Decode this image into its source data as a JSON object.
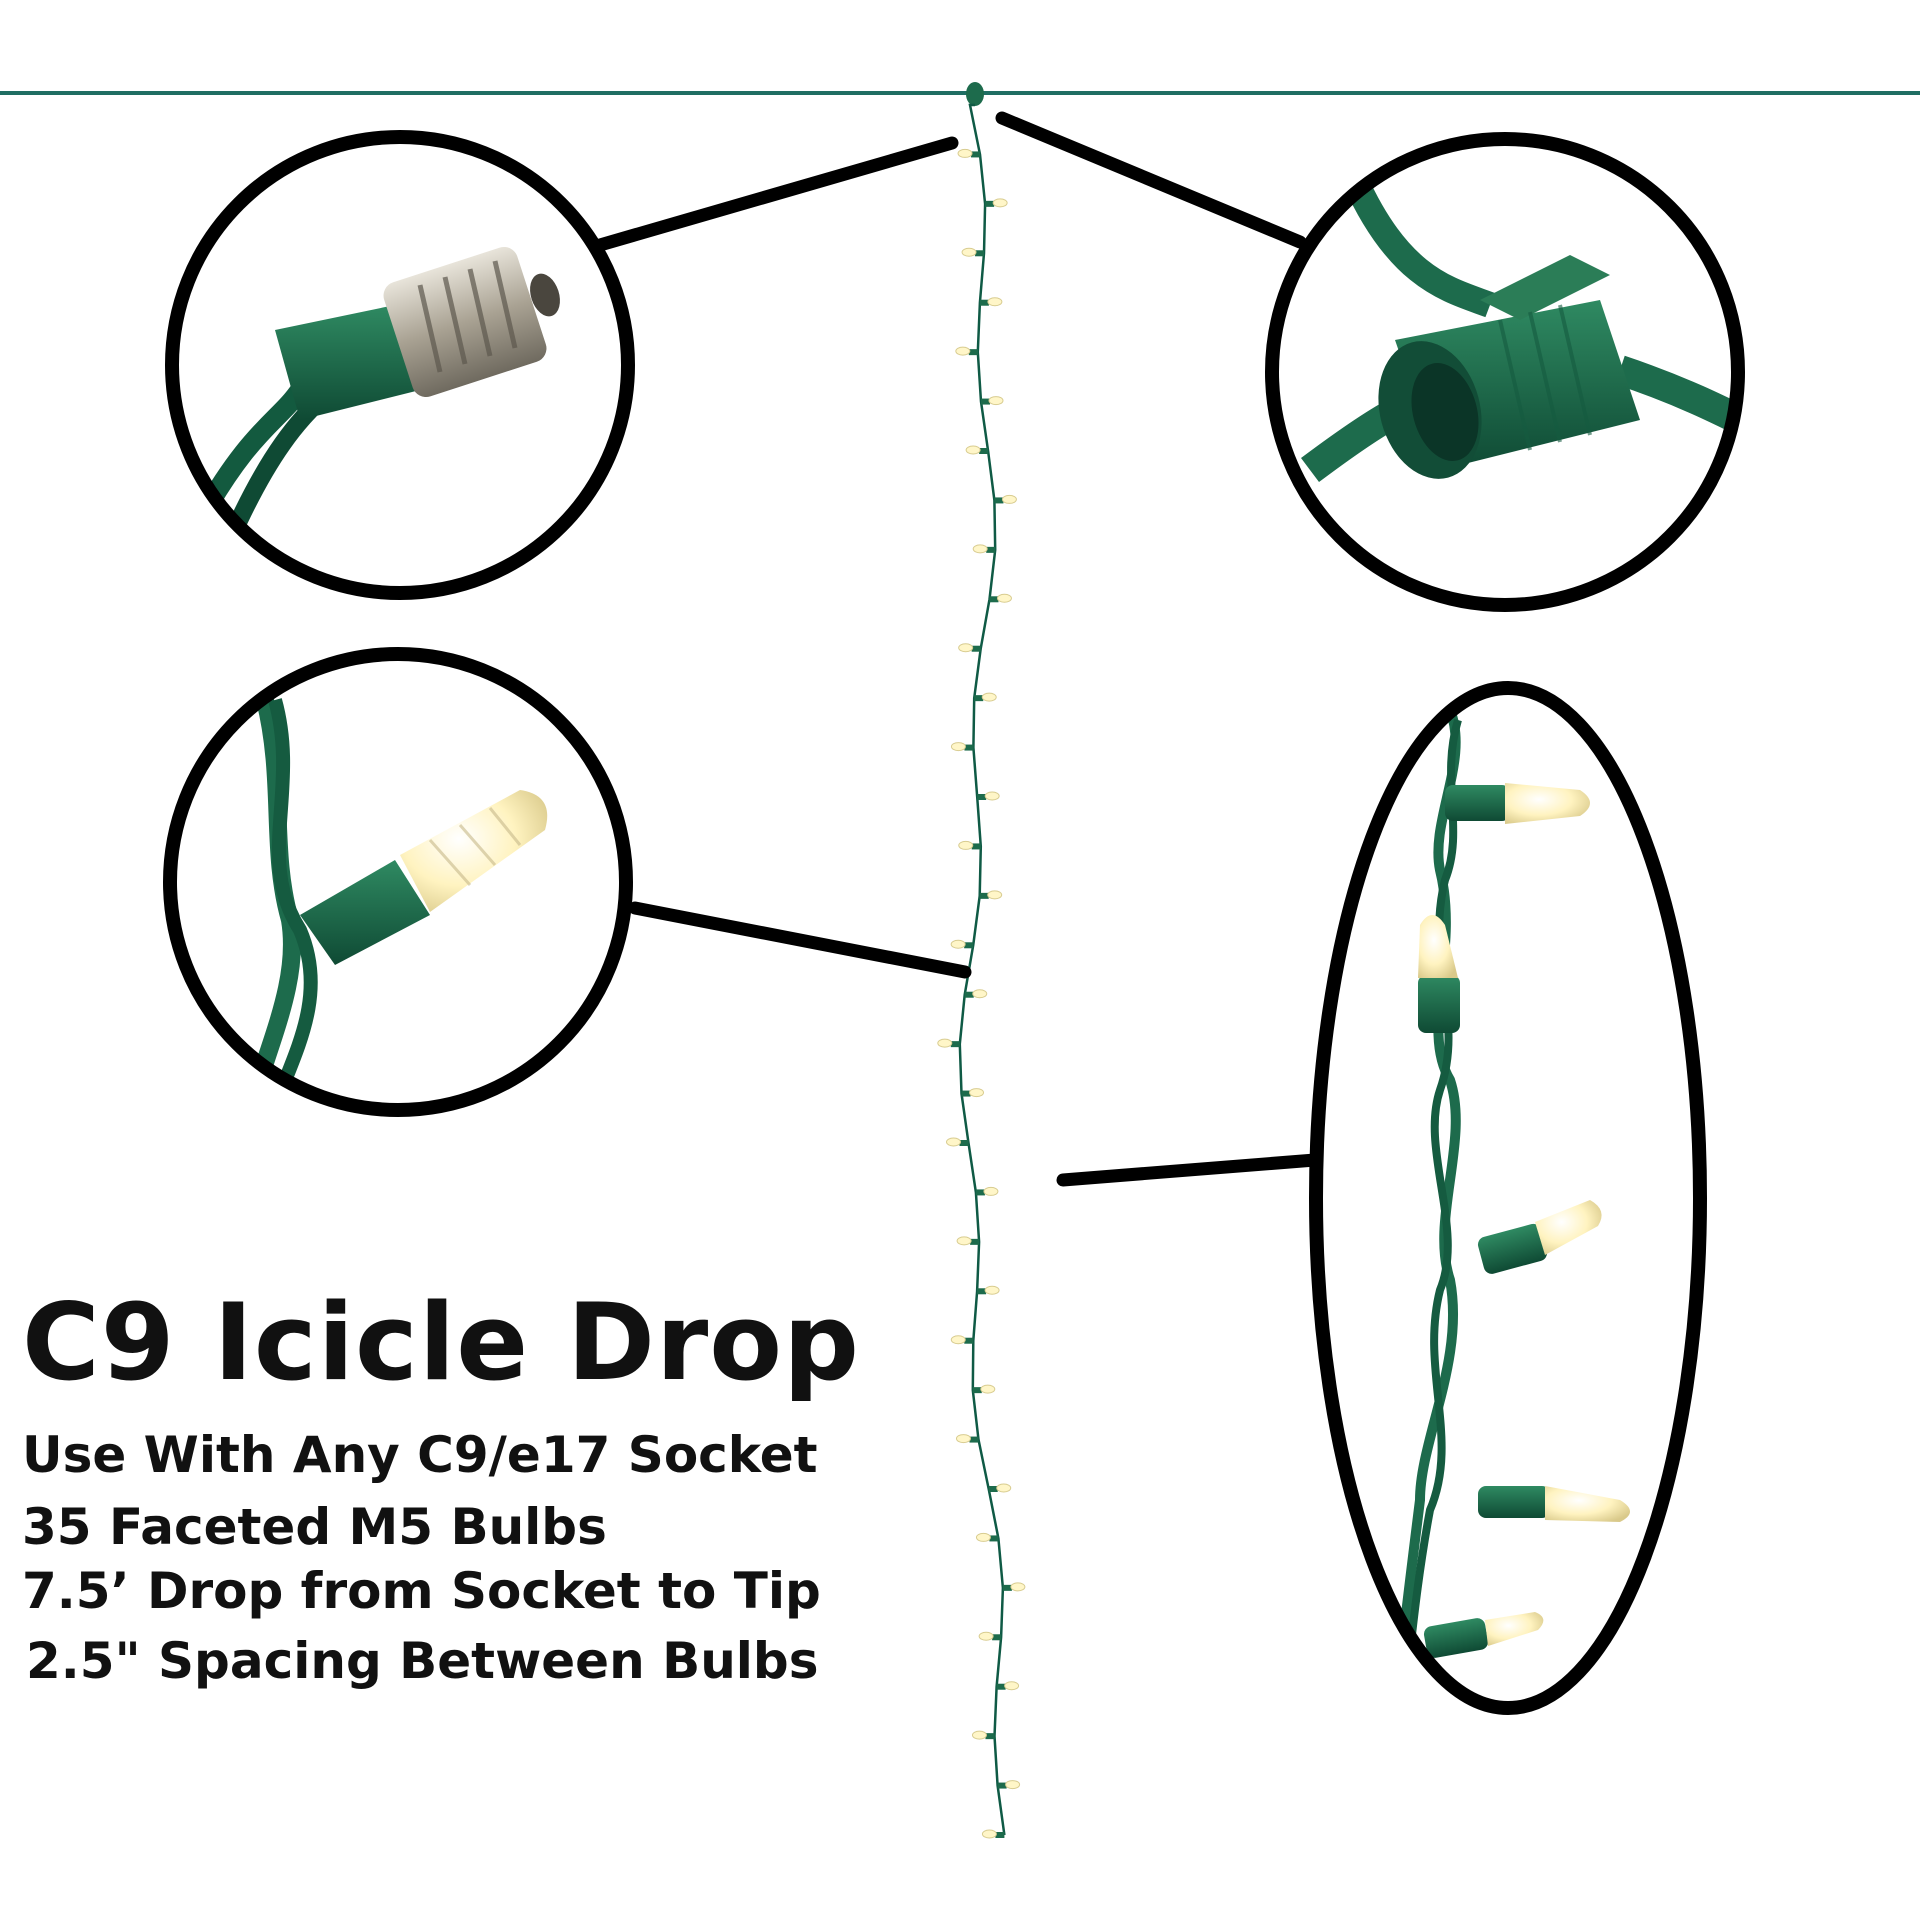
{
  "product": {
    "title": "C9 Icicle Drop",
    "specs": [
      "Use With Any C9/e17 Socket",
      "35 Faceted M5 Bulbs",
      "7.5’ Drop from Socket to Tip",
      "2.5\" Spacing Between Bulbs"
    ]
  },
  "colors": {
    "wire": "#0f5a45",
    "socket": "#1d6b4c",
    "callout": "#000000",
    "bulb": "#fff6c8",
    "text": "#111111"
  },
  "strand": {
    "bulb_count": 35
  }
}
